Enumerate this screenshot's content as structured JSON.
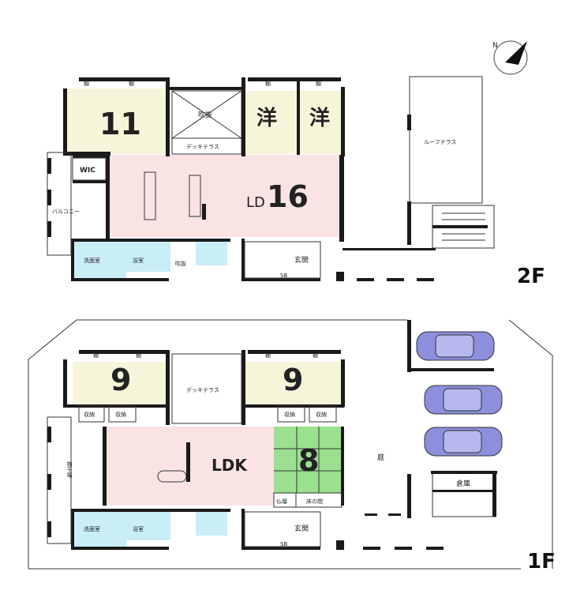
{
  "compass": {
    "label": "N"
  },
  "floors": {
    "second": {
      "label": "2F",
      "rooms": {
        "bedroom_11": "11",
        "atrium": "吹抜",
        "western_a": "洋",
        "western_b": "洋",
        "deck_terrace": "デッキテラス",
        "roof_terrace": "ルーフテラス",
        "wic": "WIC",
        "balcony": "バルコニー",
        "ld_prefix": "LD",
        "ld_size": "16",
        "washroom": "洗面室",
        "bathroom": "浴室",
        "void_small": "吹抜",
        "entrance": "玄関",
        "shoe_box": "SB",
        "closet_label": "棚"
      }
    },
    "first": {
      "label": "1F",
      "rooms": {
        "bedroom_left": "9",
        "bedroom_right": "9",
        "deck_terrace": "デッキテラス",
        "storage_1": "収納",
        "storage_2": "収納",
        "storage_3": "収納",
        "storage_4": "収納",
        "drying_area": "物干場",
        "ldk": "LDK",
        "japanese_room": "8",
        "butsudan": "仏壇",
        "tokonoma": "床の間",
        "garden": "庭",
        "warehouse": "倉庫",
        "washroom": "洗面室",
        "bathroom": "浴室",
        "entrance": "玄関",
        "shoe_box": "SB",
        "closet_label": "棚"
      }
    }
  },
  "colors": {
    "bedroom": "#f7f5d9",
    "living": "#fae3e3",
    "wet_area": "#c9eef7",
    "tatami": "#9be08f",
    "car": "#8b8fdc",
    "wall": "#1a1a1a"
  },
  "cars": {
    "count": 3
  }
}
